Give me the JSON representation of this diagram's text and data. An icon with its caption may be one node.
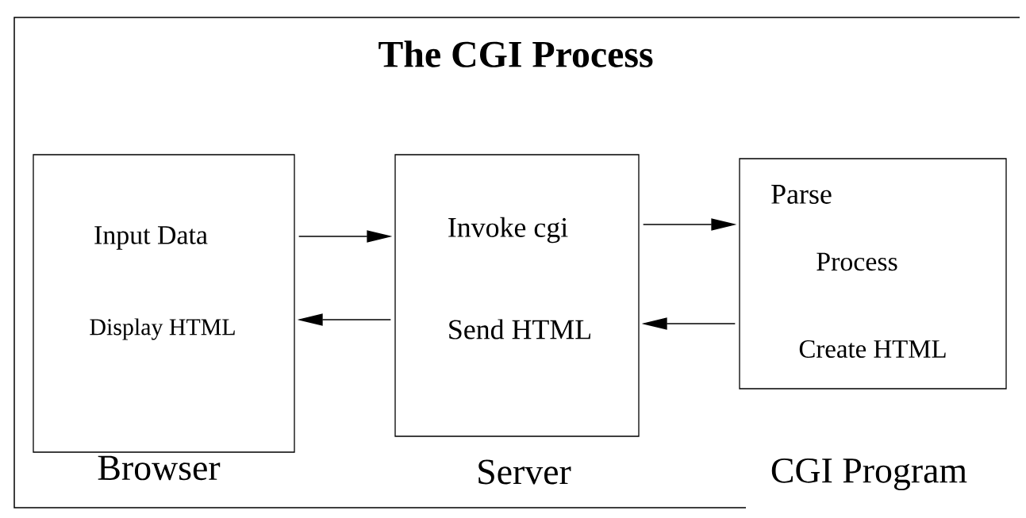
{
  "diagram": {
    "title": "The CGI Process",
    "nodes": [
      {
        "text": [
          "Input Data",
          "Display HTML"
        ],
        "beside": [
          "Browser"
        ]
      },
      {
        "text": [
          "Invoke cgi",
          "Send HTML"
        ],
        "beside": [
          "Server"
        ]
      },
      {
        "text": [
          "Parse",
          "Process",
          "Create HTML"
        ],
        "beside": [
          "CGI Program"
        ]
      }
    ],
    "edges": [
      {
        "from": 0,
        "to": 1,
        "arrow": "to"
      },
      {
        "from": 1,
        "to": 2,
        "arrow": "to"
      },
      {
        "from": 1,
        "to": 0,
        "arrow": "to"
      },
      {
        "from": 2,
        "to": 1,
        "arrow": "to"
      }
    ]
  }
}
